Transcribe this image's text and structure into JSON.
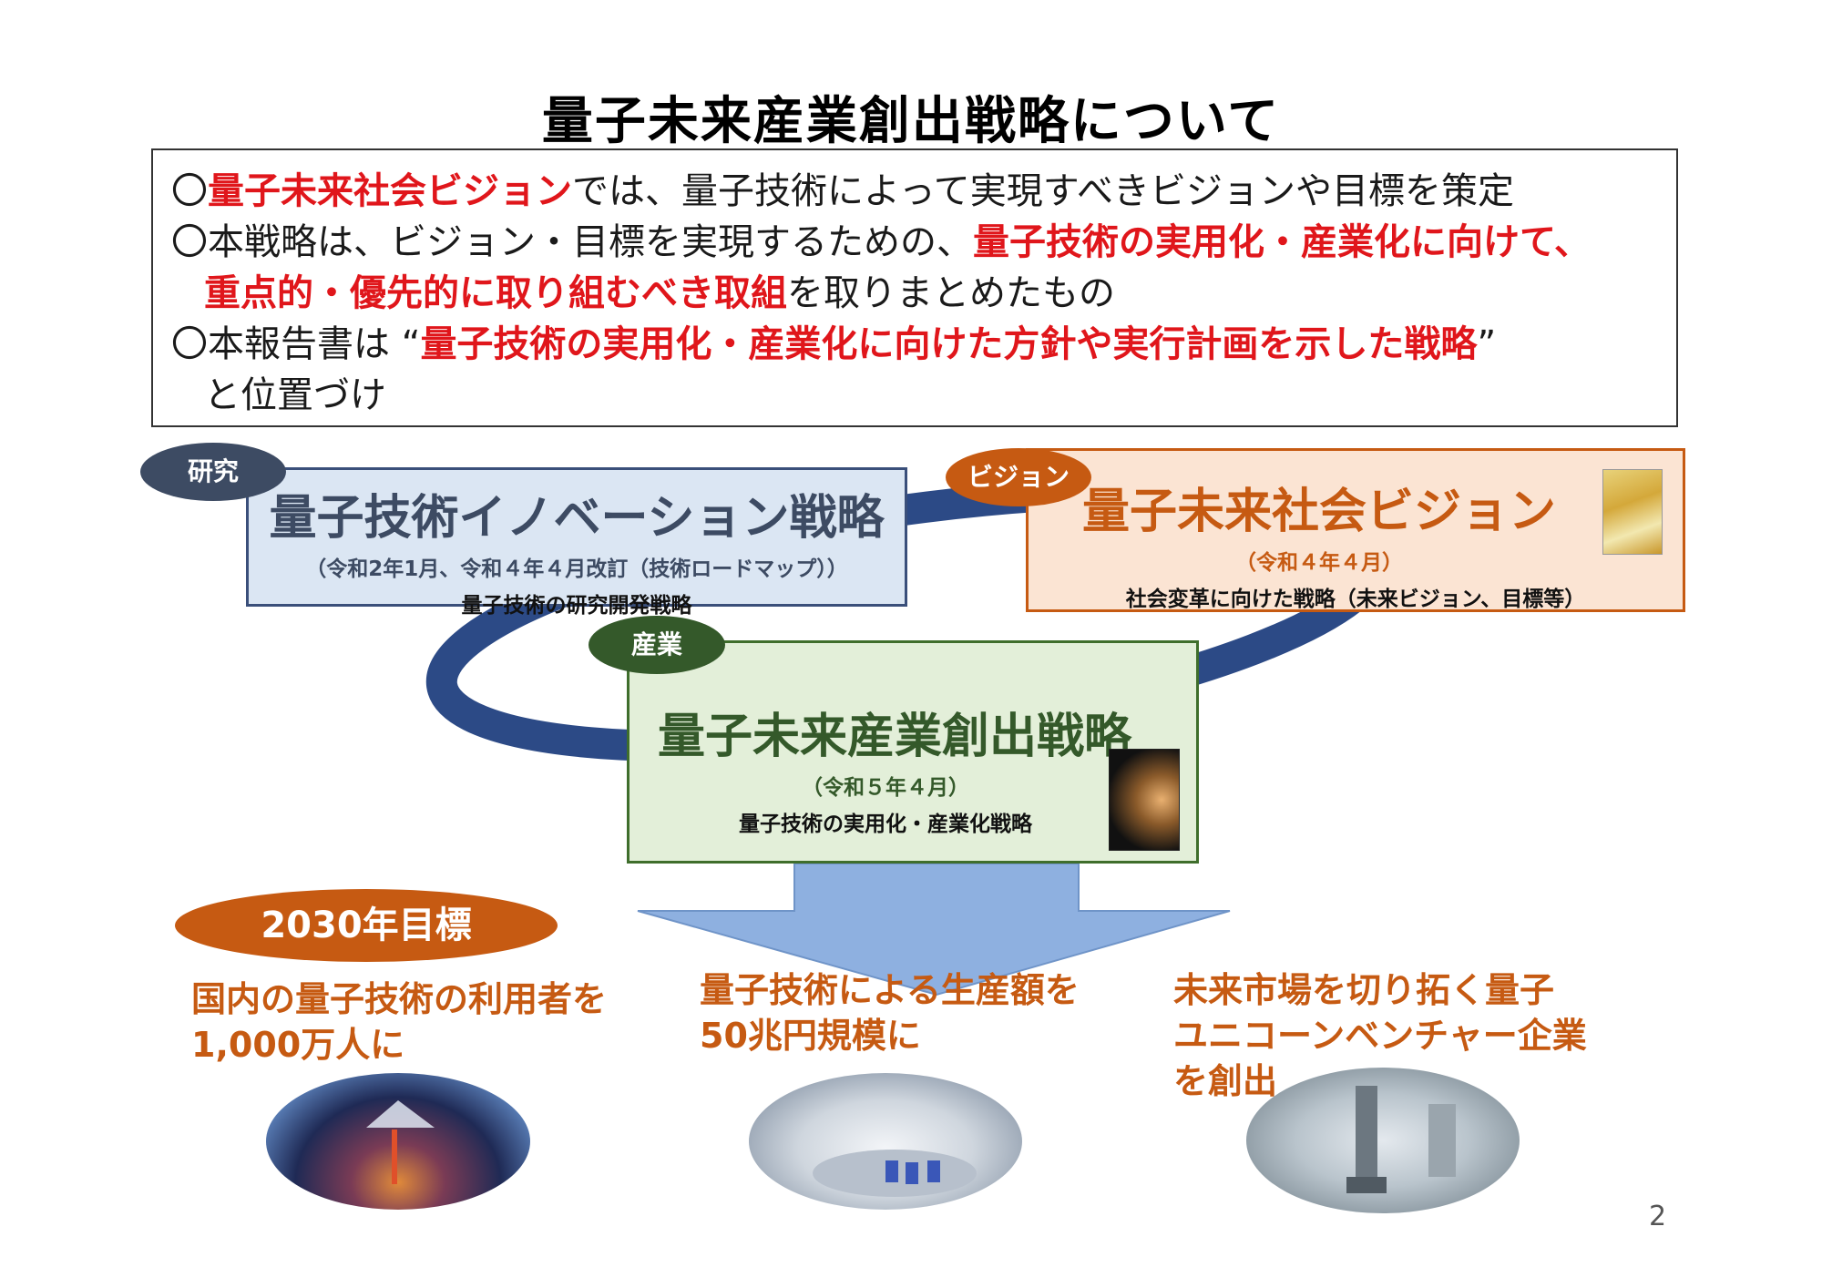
{
  "title": "量子未来産業創出戦略について",
  "summary": {
    "l1_mark": "〇",
    "l1_red": "量子未来社会ビジョン",
    "l1_rest": "では、量子技術によって実現すべきビジョンや目標を策定",
    "l2_mark": "〇",
    "l2_text": "本戦略は、ビジョン・目標を実現するための、",
    "l2_red": "量子技術の実用化・産業化に向けて、",
    "l3_red": "重点的・優先的に取り組むべき取組",
    "l3_rest": "を取りまとめたもの",
    "l4_mark": "〇",
    "l4_text": "本報告書は “",
    "l4_red": "量子技術の実用化・産業化に向けた方針や実行計画を示した戦略",
    "l4_close": "”",
    "l5_text": "と位置づけ"
  },
  "tags": {
    "research": "研究",
    "vision": "ビジョン",
    "industry": "産業",
    "goal": "2030年目標"
  },
  "innovation": {
    "name": "量子技術イノベーション戦略",
    "date": "（令和2年1月、令和４年４月改訂（技術ロードマップ））",
    "desc": "量子技術の研究開発戦略"
  },
  "vision": {
    "name": "量子未来社会ビジョン",
    "date": "（令和４年４月）",
    "desc": "社会変革に向けた戦略（未来ビジョン、目標等）"
  },
  "industry": {
    "name": "量子未来産業創出戦略",
    "date": "（令和５年４月）",
    "desc": "量子技術の実用化・産業化戦略"
  },
  "goals": {
    "g1_l1": "国内の量子技術の利用者を",
    "g1_l2": "1,000万人に",
    "g2_l1": "量子技術による生産額を",
    "g2_l2": "50兆円規模に",
    "g3_l1": "未来市場を切り拓く量子",
    "g3_l2": "ユニコーンベンチャー企業",
    "g3_l3": "を創出"
  },
  "page_number": "2",
  "colors": {
    "red": "#e0161b",
    "loop": "#2c4a86",
    "orange": "#c65a12",
    "green": "#3f6e2c",
    "navy": "#3d4b63",
    "arrow": "#8eb0e0"
  }
}
